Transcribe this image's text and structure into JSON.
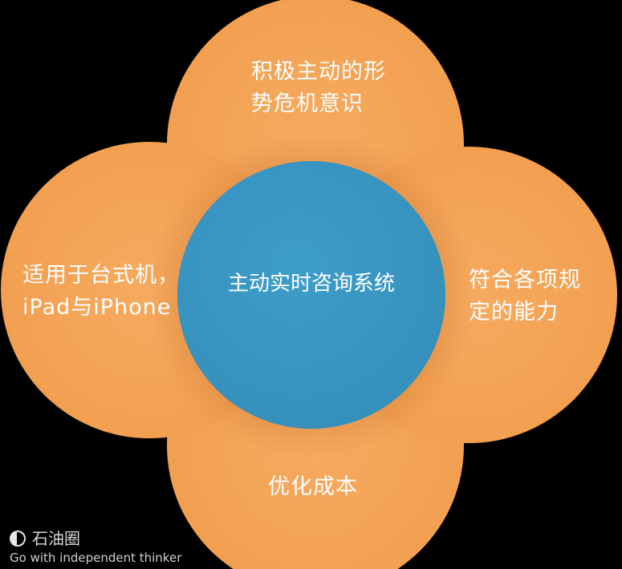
{
  "colors": {
    "background": "#000000",
    "petal": "#f4a558",
    "petal_shadow": "#e88a3c",
    "center": "#3a98c4",
    "text": "#ffffff"
  },
  "center": {
    "label": "主动实时咨询系统"
  },
  "petals": {
    "top": [
      "积极主动的形",
      "势危机意识"
    ],
    "left": [
      "适用于台式机，",
      "iPad与iPhone"
    ],
    "right": [
      "符合各项规",
      "定的能力"
    ],
    "bottom": [
      "优化成本"
    ]
  },
  "watermark": {
    "icon": "shiyouquan-logo-icon",
    "name": "石油圈",
    "slogan": "Go with independent thinker"
  }
}
